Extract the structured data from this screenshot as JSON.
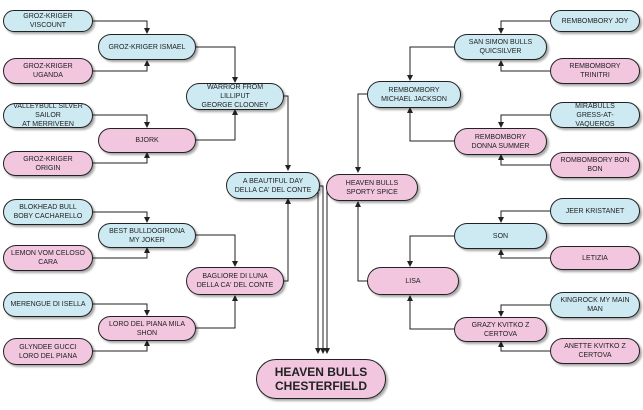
{
  "colors": {
    "male": "#cdeaf3",
    "female": "#f2c6df",
    "line": "#222222"
  },
  "pedigree": {
    "root": {
      "name": "HEAVEN BULLS\nCHESTERFIELD",
      "sex": "female"
    },
    "sire": {
      "name": "A BEAUTIFUL DAY\nDELLA CA' DEL CONTE",
      "sex": "male"
    },
    "dam": {
      "name": "HEAVEN BULLS\nSPORTY SPICE",
      "sex": "female"
    },
    "ss": {
      "name": "WARRIOR FROM LILLIPUT\nGEORGE CLOONEY",
      "sex": "male"
    },
    "sd": {
      "name": "BAGLIORE DI LUNA\nDELLA CA' DEL CONTE",
      "sex": "female"
    },
    "ds": {
      "name": "REMBOMBORY\nMICHAEL JACKSON",
      "sex": "male"
    },
    "dd": {
      "name": "LISA",
      "sex": "female"
    },
    "sss": {
      "name": "GROZ-KRIGER ISMAEL",
      "sex": "male"
    },
    "ssd": {
      "name": "BJORK",
      "sex": "female"
    },
    "sds": {
      "name": "BEST BULLDOGIRONA\nMY JOKER",
      "sex": "male"
    },
    "sdd": {
      "name": "LORO DEL PIANA MILA SHON",
      "sex": "female"
    },
    "dss": {
      "name": "SAN SIMON BULLS QUICSILVER",
      "sex": "male"
    },
    "dsd": {
      "name": "REMBOMBORY\nDONNA SUMMER",
      "sex": "female"
    },
    "dds": {
      "name": "SON",
      "sex": "male"
    },
    "ddd": {
      "name": "GRAZY KVITKO Z CERTOVA",
      "sex": "female"
    },
    "ssss": {
      "name": "GROZ-KRIGER VISCOUNT",
      "sex": "male"
    },
    "sssd": {
      "name": "GROZ-KRIGER UGANDA",
      "sex": "female"
    },
    "ssds": {
      "name": "VALLEYBULL SILVER SAILOR\nAT MERRIVEEN",
      "sex": "male"
    },
    "ssdd": {
      "name": "GROZ-KRIGER ORIGIN",
      "sex": "female"
    },
    "sdss": {
      "name": "BLOKHEAD BULL\nBOBY CACHARELLO",
      "sex": "male"
    },
    "sdsd": {
      "name": "LEMON VOM CELOSO CARA",
      "sex": "female"
    },
    "sdds": {
      "name": "MERENGUE DI ISELLA",
      "sex": "male"
    },
    "sddd": {
      "name": "GLYNDEE GUCCI\nLORO DEL PIANA",
      "sex": "female"
    },
    "dsss": {
      "name": "REMBOMBORY JOY",
      "sex": "male"
    },
    "dssd": {
      "name": "REMBOMBORY TRINITRI",
      "sex": "female"
    },
    "dsds": {
      "name": "MIRABULLS\nGRESS-AT-VAQUEROS",
      "sex": "male"
    },
    "dsdd": {
      "name": "ROMBOMBORY BON BON",
      "sex": "female"
    },
    "ddss": {
      "name": "JEER KRISTANET",
      "sex": "male"
    },
    "ddsd": {
      "name": "LETIZIA",
      "sex": "female"
    },
    "ddds": {
      "name": "KINGROCK MY MAIN MAN",
      "sex": "male"
    },
    "dddd": {
      "name": "ANETTE KVITKO Z CERTOVA",
      "sex": "female"
    }
  }
}
